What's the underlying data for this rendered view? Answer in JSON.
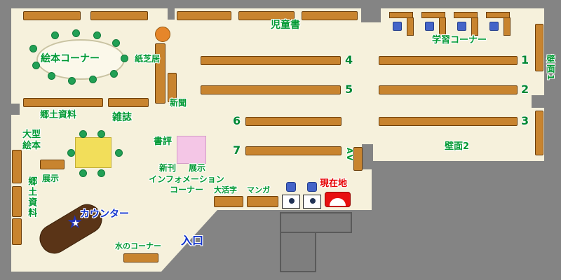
{
  "colors": {
    "wall_gray": "#848484",
    "floor_cream": "#F6F1DC",
    "shelf_brown": "#C8842F",
    "shelf_border": "#6B3E0A",
    "label_green": "#009933",
    "label_blue": "#1133CC",
    "label_red": "#E60000",
    "counter_brown": "#5A3417",
    "table_yellow": "#F2DE5A",
    "display_pink": "#F4C6E6",
    "seat_blue": "#4464C8",
    "chair_green": "#22A055",
    "stool_orange": "#E6862A",
    "marker_red": "#E81010"
  },
  "labels": {
    "children_books": "児童書",
    "study_corner": "学習コーナー",
    "wall_1": "壁面1",
    "wall_2": "壁面2",
    "picture_book_corner": "絵本コーナー",
    "kamishibai": "紙芝居",
    "newspaper": "新聞",
    "local_materials_top": "郷土資料",
    "magazines": "雑誌",
    "large_picture_books": "大型\n絵本",
    "exhibit_left": "展示",
    "local_materials_left": "郷土資料",
    "book_review": "書評",
    "new_books": "新刊",
    "exhibit_center": "展示",
    "information_corner": "インフォメーション\nコーナー",
    "large_print": "大活字",
    "manga": "マンガ",
    "current_location": "現在地",
    "av": "AV",
    "counter": "カウンター",
    "water_corner": "水のコーナー",
    "entrance": "入口"
  },
  "shelf_numbers": [
    "1",
    "2",
    "3",
    "4",
    "5",
    "6",
    "7"
  ],
  "icons": {
    "counter_star": "★"
  }
}
